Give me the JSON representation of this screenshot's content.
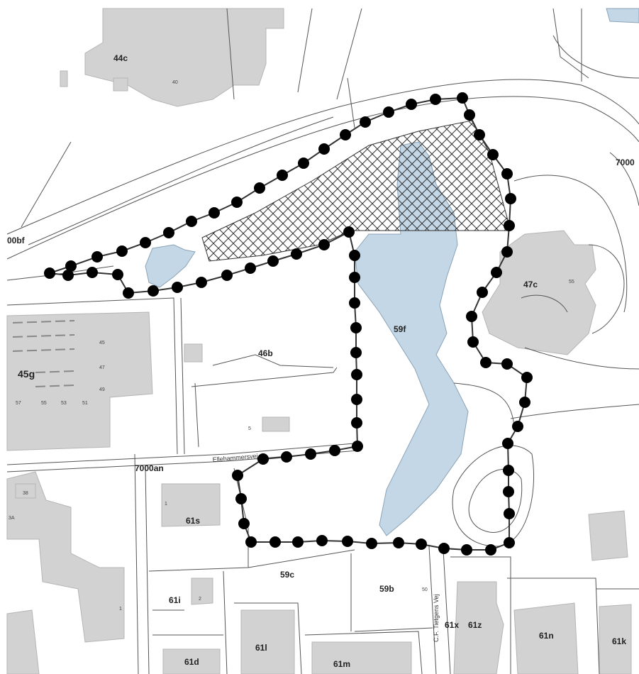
{
  "parcels": {
    "p44c": "44c",
    "p47c": "47c",
    "p46b": "46b",
    "p45g": "45g",
    "p59f": "59f",
    "p59c": "59c",
    "p59b": "59b",
    "p61s": "61s",
    "p61i": "61i",
    "p61d": "61d",
    "p61l": "61l",
    "p61m": "61m",
    "p61x": "61x",
    "p61z": "61z",
    "p61n": "61n",
    "p61k": "61k",
    "p7000an": "7000an",
    "p00bf": "00bf",
    "p7000": "7000"
  },
  "house_numbers": {
    "n40": "40",
    "n55": "55",
    "n45": "45",
    "n47": "47",
    "n49": "49",
    "n57": "57",
    "n55b": "55",
    "n53": "53",
    "n51": "51",
    "n38": "38",
    "n3a": "3A",
    "n1a": "1",
    "n1b": "1",
    "n2": "2",
    "n50": "50",
    "n5": "5"
  },
  "streets": {
    "ellehammersvej": "Ellehammersvej",
    "cf_tietgens_vej": "C.F. Tietgens Vej"
  },
  "colors": {
    "building": "#d2d2d2",
    "water": "#c4d7e6",
    "line": "#555555",
    "boundary_dot": "#000000"
  }
}
